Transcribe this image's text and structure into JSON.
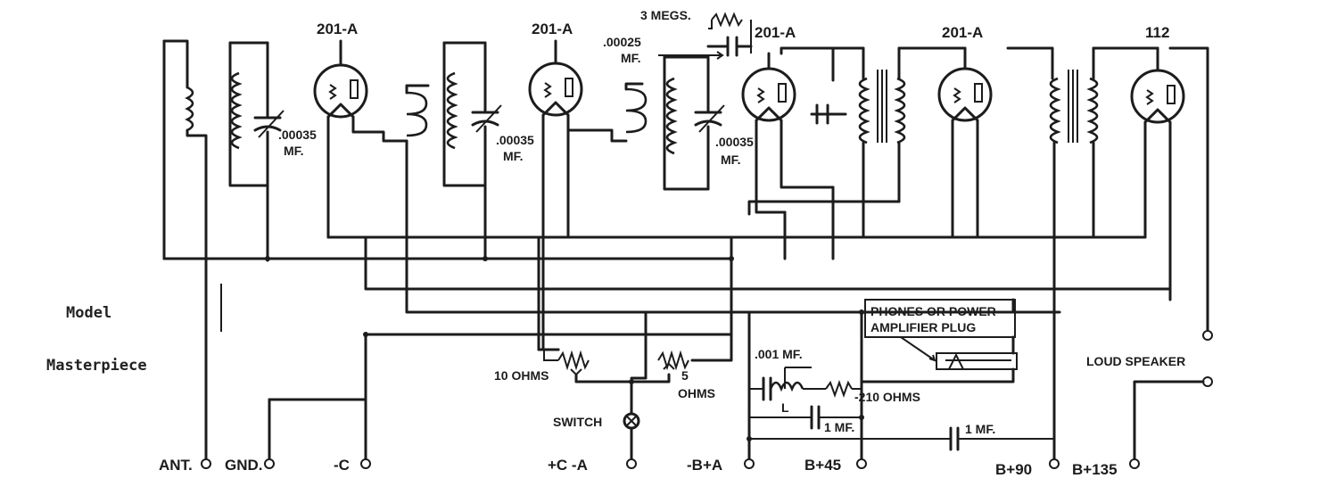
{
  "side_text": {
    "line1": "Model",
    "line2": "Masterpiece"
  },
  "tubes": [
    "201-A",
    "201-A",
    "201-A",
    "201-A",
    "112"
  ],
  "components": {
    "cap1": ".00035",
    "cap1_unit": "MF.",
    "cap2": ".00035",
    "cap2_unit": "MF.",
    "cap3": ".00035",
    "cap3_unit": "MF.",
    "grid_leak": "3 MEGS.",
    "grid_cap": ".00025",
    "grid_cap_unit": "MF.",
    "rheo1": "10 OHMS",
    "rheo2_a": "5",
    "rheo2_b": "OHMS",
    "switch": "SWITCH",
    "cap_001": ".001 MF.",
    "choke": "L",
    "res_210": "-210 OHMS",
    "cap_1mf_a": "1 MF.",
    "cap_1mf_b": "1 MF.",
    "plug_line1": "PHONES OR POWER",
    "plug_line2": "AMPLIFIER PLUG",
    "speaker": "LOUD SPEAKER"
  },
  "terminals": [
    "ANT.",
    "GND.",
    "-C",
    "+C  -A",
    "-B+A",
    "B+45",
    "B+90",
    "B+135"
  ]
}
